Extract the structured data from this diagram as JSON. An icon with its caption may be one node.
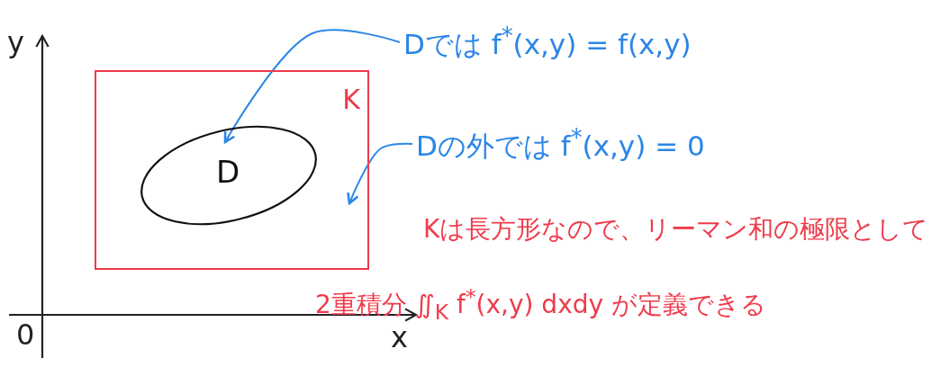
{
  "diagram": {
    "nodes": [
      {
        "text": [
          "K"
        ]
      },
      {
        "text": [
          "D"
        ],
        "in": 0
      },
      {
        "text": [
          "Dでは f$^{*}$(x,y) = f(x,y)"
        ]
      },
      {
        "text": [
          "Dの外では f$^{*}$(x,y) = 0"
        ]
      }
    ],
    "edges": [
      {
        "from": 2,
        "to": 1,
        "arrow": "to"
      },
      {
        "from": 3,
        "to": 0,
        "arrow": "to"
      }
    ],
    "labels": [
      "y",
      "0",
      "x",
      "Kは長方形なので、リーマン和の極限として",
      "2重積分 ∬$_{K}$ f$^{*}$(x,y) dxdy が定義できる"
    ]
  }
}
